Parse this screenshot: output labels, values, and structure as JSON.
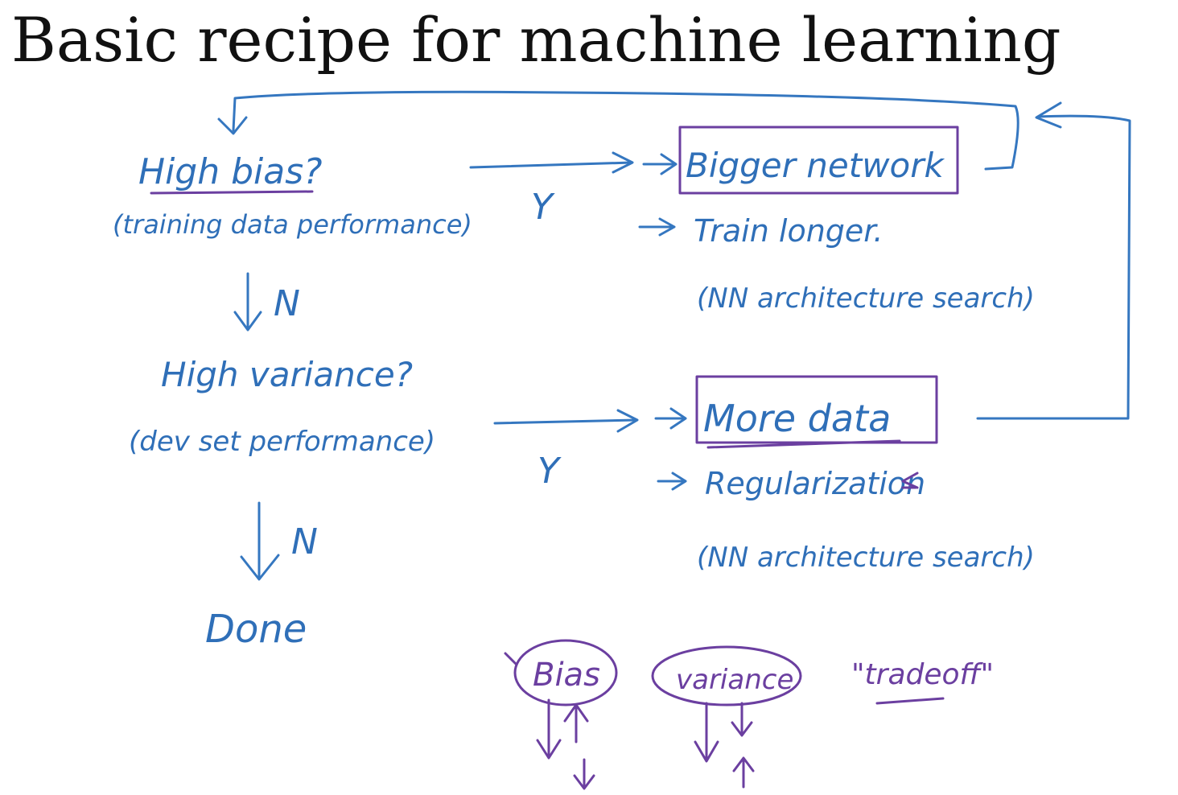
{
  "title": "Basic recipe for machine learning",
  "colors": {
    "ink_blue": "#2f6fb8",
    "ink_purple": "#6b3fa0",
    "title": "#111111"
  },
  "flow": {
    "q1": "High bias?",
    "q1_sub": "(training data performance)",
    "no_label_1": "N",
    "q2": "High variance?",
    "q2_sub": "(dev set performance)",
    "no_label_2": "N",
    "done": "Done",
    "yes_label_1": "Y",
    "yes_label_2": "Y"
  },
  "bias_fixes": {
    "boxed": "Bigger network",
    "item2": "Train longer.",
    "item3": "(NN architecture search)"
  },
  "variance_fixes": {
    "boxed": "More data",
    "item2": "Regularization",
    "item3": "(NN architecture search)"
  },
  "tradeoff": {
    "bias": "Bias",
    "variance": "variance",
    "note": "\"tradeoff\""
  }
}
